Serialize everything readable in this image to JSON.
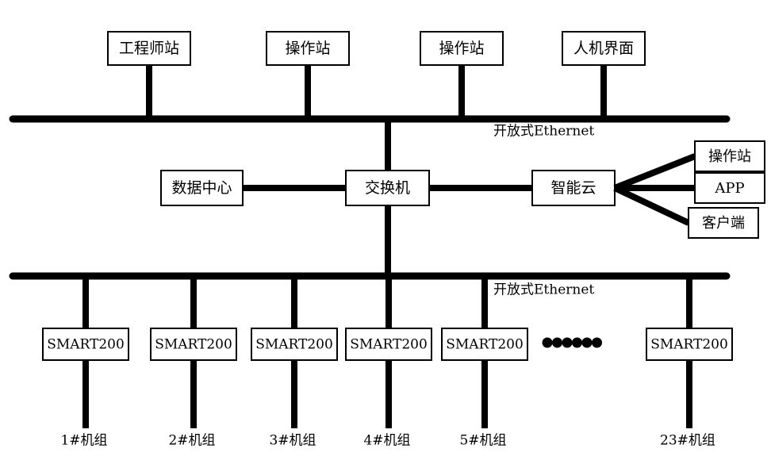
{
  "top_stations": [
    "工程师站",
    "操作站",
    "操作站",
    "人机界面"
  ],
  "top_bus_label": "开放式Ethernet",
  "bottom_bus_label": "开放式Ethernet",
  "middle": {
    "data_center": "数据中心",
    "switch": "交换机",
    "cloud": "智能云"
  },
  "cloud_clients": [
    "操作站",
    "APP",
    "客户端"
  ],
  "controllers": [
    "SMART200",
    "SMART200",
    "SMART200",
    "SMART200",
    "SMART200",
    "SMART200"
  ],
  "units": [
    "1#机组",
    "2#机组",
    "3#机组",
    "4#机组",
    "5#机组",
    "23#机组"
  ],
  "colors": {
    "line": "#000000",
    "box_fill": "#ffffff",
    "text": "#000000"
  }
}
